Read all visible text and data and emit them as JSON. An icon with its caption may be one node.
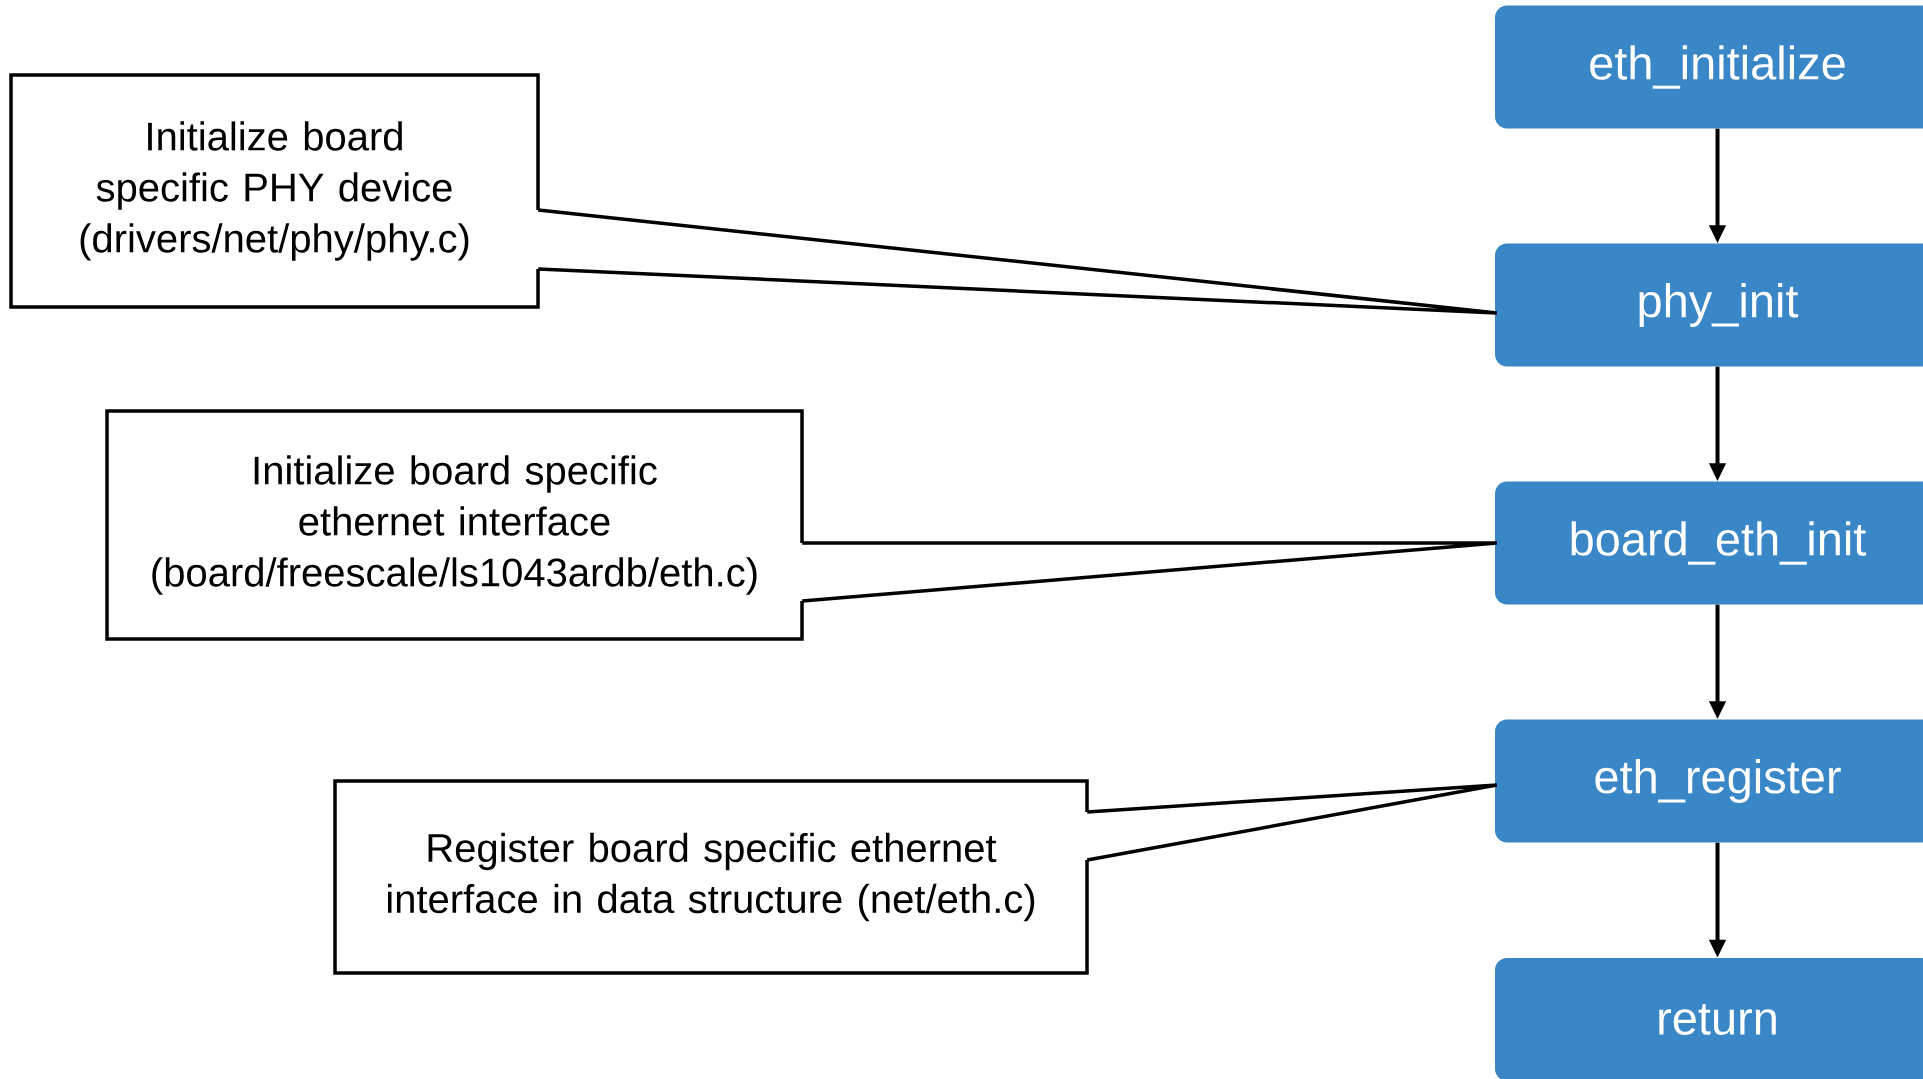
{
  "diagram": {
    "nodes": [
      {
        "text": [
          "eth_initialize"
        ]
      },
      {
        "text": [
          "Initialize board specific PHY device (drivers/net/phy/phy.c)"
        ]
      },
      {
        "text": [
          "phy_init"
        ]
      },
      {
        "text": [
          "Initialize board specific ethernet interface (board/freescale/ls1043ardb/eth.c)"
        ]
      },
      {
        "text": [
          "board_eth_init"
        ]
      },
      {
        "text": [
          "eth_register"
        ]
      },
      {
        "text": [
          "Register board specific ethernet interface in data structure (net/eth.c)"
        ]
      },
      {
        "text": [
          "return"
        ]
      }
    ],
    "edges": [
      {
        "from": 0,
        "to": 2,
        "arrow": "to"
      },
      {
        "from": 2,
        "to": 4,
        "arrow": "to"
      },
      {
        "from": 4,
        "to": 5,
        "arrow": "to"
      },
      {
        "from": 5,
        "to": 7,
        "arrow": "to"
      },
      {
        "from": 1,
        "to": 2,
        "arrow": "none"
      },
      {
        "from": 3,
        "to": 4,
        "arrow": "none"
      },
      {
        "from": 6,
        "to": 5,
        "arrow": "none"
      }
    ]
  }
}
